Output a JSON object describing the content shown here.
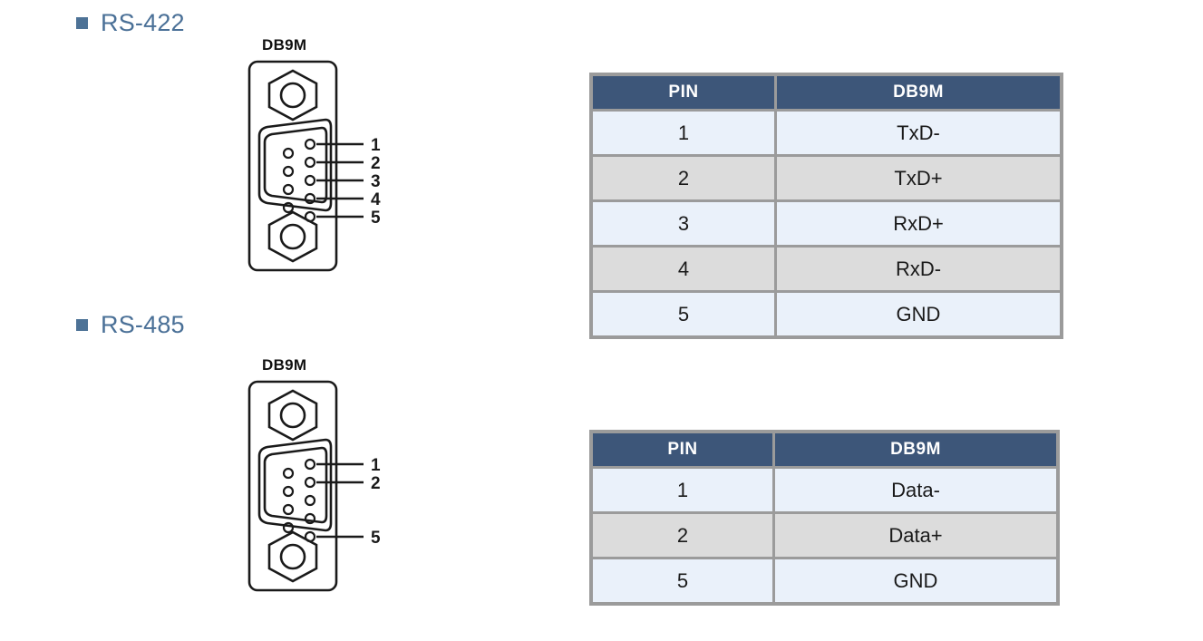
{
  "sections": [
    {
      "id": "rs422",
      "heading": "RS-422",
      "connector_caption": "DB9M",
      "diagram": {
        "labeled_pins": [
          1,
          2,
          3,
          4,
          5
        ],
        "right_column_pin_count": 5,
        "left_column_pin_count": 4
      },
      "table": {
        "headers": [
          "PIN",
          "DB9M"
        ],
        "rows": [
          {
            "pin": "1",
            "signal": "TxD-"
          },
          {
            "pin": "2",
            "signal": "TxD+"
          },
          {
            "pin": "3",
            "signal": "RxD+"
          },
          {
            "pin": "4",
            "signal": "RxD-"
          },
          {
            "pin": "5",
            "signal": "GND"
          }
        ]
      }
    },
    {
      "id": "rs485",
      "heading": "RS-485",
      "connector_caption": "DB9M",
      "diagram": {
        "labeled_pins": [
          1,
          2,
          5
        ],
        "right_column_pin_count": 5,
        "left_column_pin_count": 4
      },
      "table": {
        "headers": [
          "PIN",
          "DB9M"
        ],
        "rows": [
          {
            "pin": "1",
            "signal": "Data-"
          },
          {
            "pin": "2",
            "signal": "Data+"
          },
          {
            "pin": "5",
            "signal": "GND"
          }
        ]
      }
    }
  ],
  "colors": {
    "bullet": "#4d7296",
    "heading_text": "#4a7097",
    "table_header_bg": "#3d5679",
    "table_header_text": "#ffffff",
    "row_light": "#eaf1fa",
    "row_gray": "#dcdcdc",
    "table_border": "#9b9b9b",
    "page_background": "#ffffff",
    "diagram_stroke": "#1a1a1a"
  }
}
